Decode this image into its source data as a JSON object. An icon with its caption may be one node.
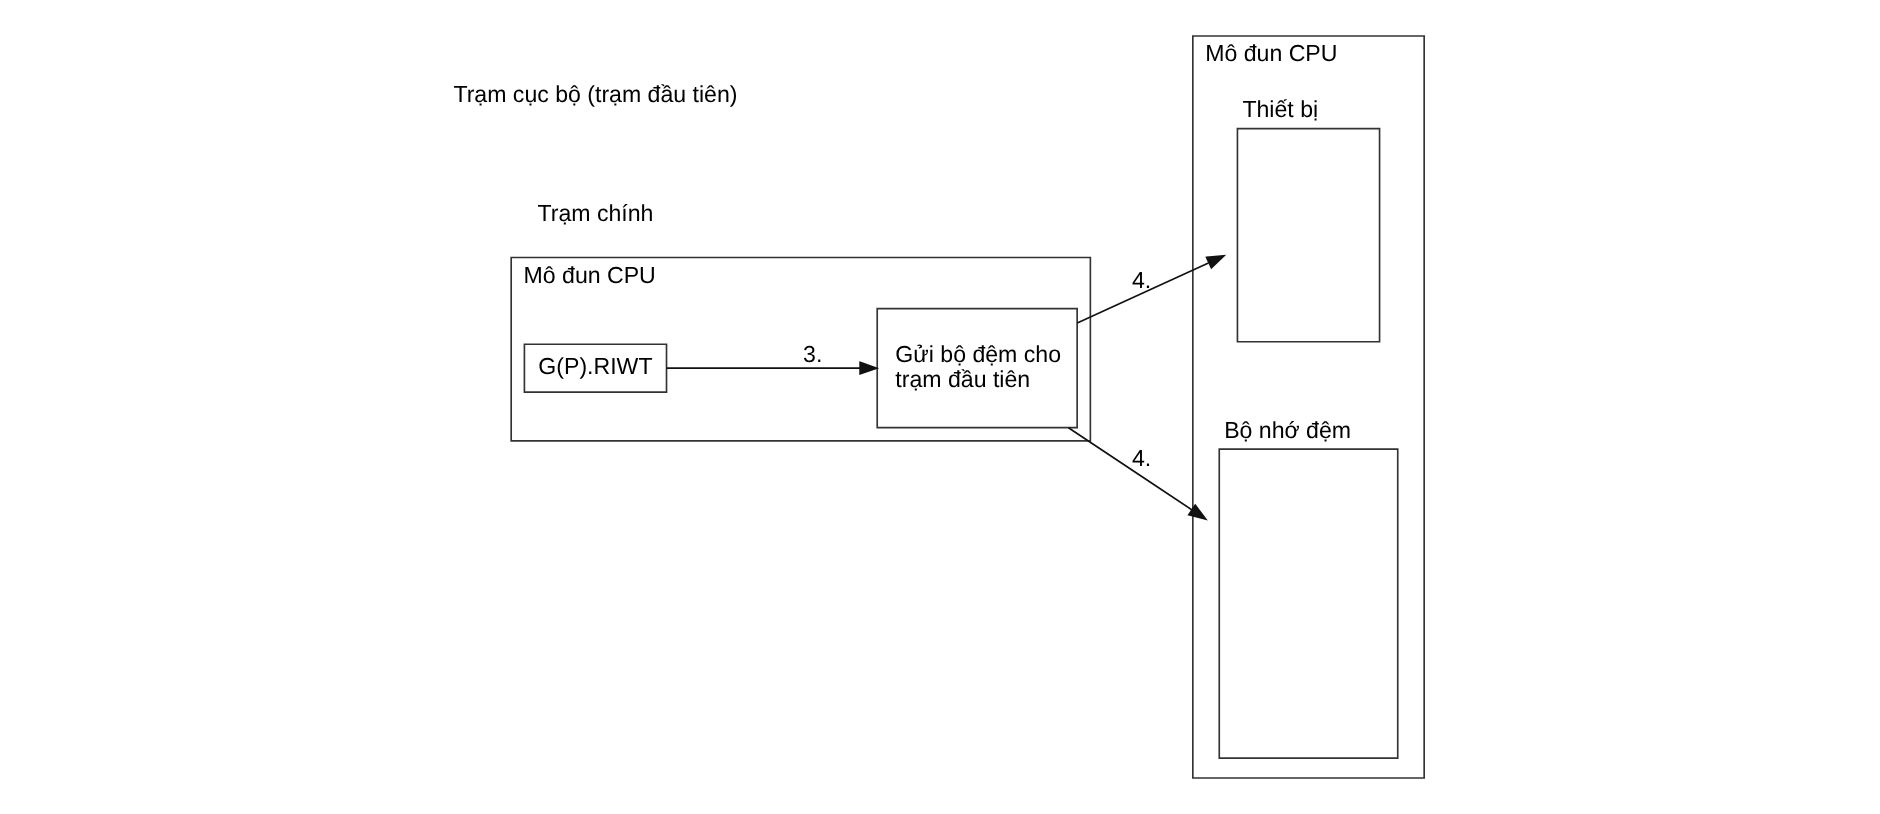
{
  "diagram": {
    "nodes": [
      {
        "text": [
          "Mô đun CPU"
        ]
      },
      {
        "text": [
          "G(P).RIWT"
        ],
        "in": 0
      },
      {
        "text": [
          "Gửi bộ đệm cho trạm đầu tiên"
        ],
        "in": 0
      },
      {
        "text": [
          "Mô đun CPU"
        ]
      },
      {
        "text": [
          "Thiết bị"
        ],
        "in": 3
      },
      {
        "text": [
          "Bộ nhớ đệm"
        ],
        "in": 3
      }
    ],
    "edges": [
      {
        "from": 1,
        "to": 2,
        "label": "3.",
        "arrow": "to"
      },
      {
        "from": 2,
        "to": 5,
        "label": "4.",
        "arrow": "to"
      },
      {
        "from": 2,
        "to": 4,
        "label": "4.",
        "arrow": "to"
      }
    ],
    "labels": [
      "Trạm chính",
      "Trạm cục bộ (trạm đầu tiên)"
    ]
  }
}
